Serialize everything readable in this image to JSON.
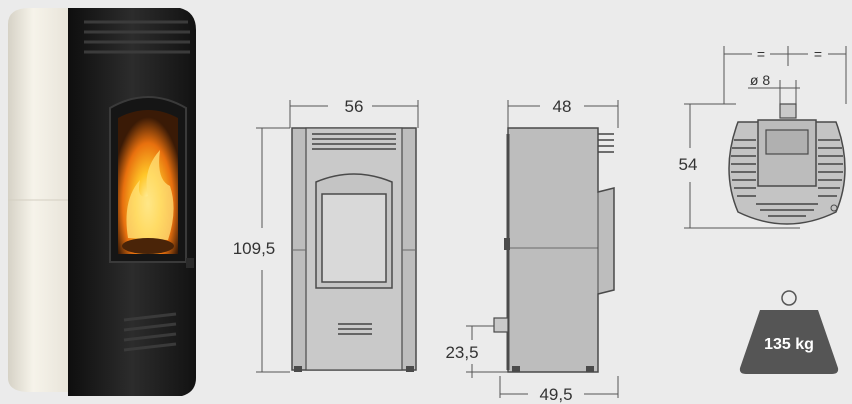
{
  "product": {
    "colors": {
      "body": "#f1ede2",
      "front": "#1d1d1d",
      "panel": "#bcbcbc",
      "line": "#4a4a4a",
      "weight": "#555555"
    }
  },
  "front_view": {
    "width": "56",
    "height": "109,5"
  },
  "side_view": {
    "width": "48",
    "depth": "49,5",
    "outlet_height": "23,5"
  },
  "top_view": {
    "depth": "54",
    "outlet_diameter": "ø 8",
    "equal_left": "=",
    "equal_right": "="
  },
  "weight": {
    "label": "135 kg"
  }
}
